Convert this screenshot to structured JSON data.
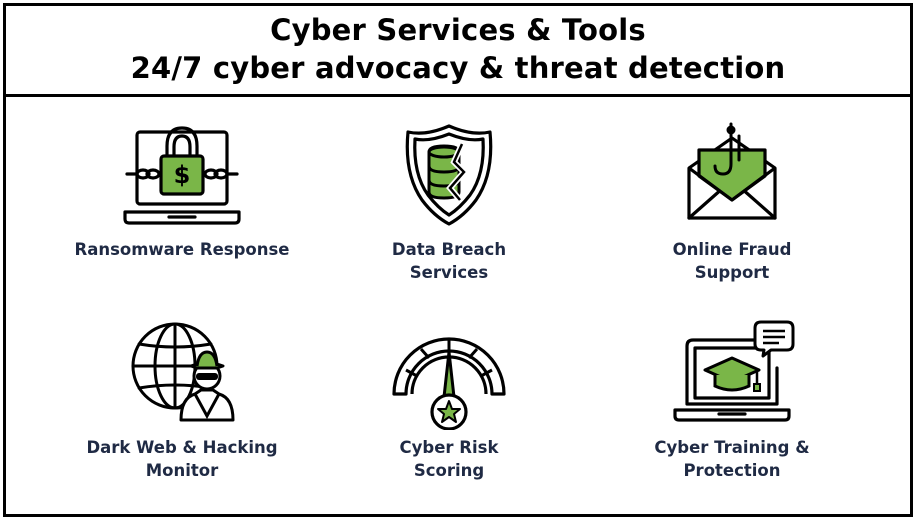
{
  "header": {
    "title_line1": "Cyber Services & Tools",
    "title_line2": "24/7 cyber advocacy & threat detection"
  },
  "colors": {
    "accent": "#7ab648",
    "text": "#1f2a44",
    "border": "#000000"
  },
  "tiles": [
    {
      "icon": "ransomware-laptop-lock-icon",
      "label_line1": "Ransomware Response",
      "label_line2": ""
    },
    {
      "icon": "shield-database-icon",
      "label_line1": "Data Breach",
      "label_line2": "Services"
    },
    {
      "icon": "phishing-envelope-icon",
      "label_line1": "Online Fraud",
      "label_line2": "Support"
    },
    {
      "icon": "globe-hacker-icon",
      "label_line1": "Dark Web & Hacking",
      "label_line2": "Monitor"
    },
    {
      "icon": "risk-gauge-star-icon",
      "label_line1": "Cyber Risk",
      "label_line2": "Scoring"
    },
    {
      "icon": "laptop-graduation-cap-icon",
      "label_line1": "Cyber Training &",
      "label_line2": "Protection"
    }
  ]
}
